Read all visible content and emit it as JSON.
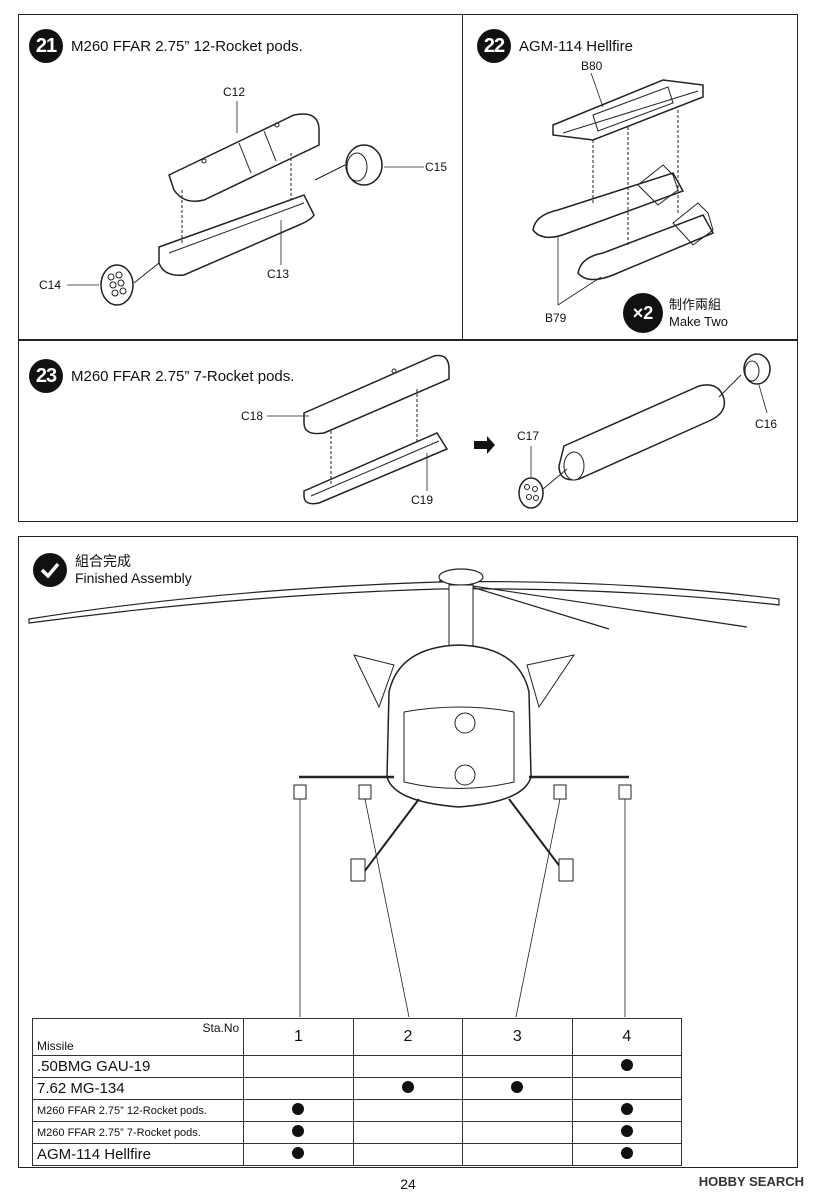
{
  "steps": [
    {
      "number": "21",
      "title": "M260 FFAR 2.75” 12-Rocket pods.",
      "parts": [
        "C12",
        "C15",
        "C13",
        "C14"
      ]
    },
    {
      "number": "22",
      "title": "AGM-114 Hellfire",
      "parts": [
        "B80",
        "B79"
      ],
      "multiplier": "×2",
      "multiplier_cn": "制作兩組",
      "multiplier_en": "Make Two"
    },
    {
      "number": "23",
      "title": "M260 FFAR 2.75” 7-Rocket pods.",
      "parts": [
        "C18",
        "C19",
        "C17",
        "C16"
      ]
    }
  ],
  "finished": {
    "title_cn": "組合完成",
    "title_en": "Finished Assembly"
  },
  "table": {
    "header_station": "Sta.No",
    "header_missile": "Missile",
    "stations": [
      "1",
      "2",
      "3",
      "4"
    ],
    "rows": [
      {
        "name": ".50BMG GAU-19",
        "marks": [
          false,
          false,
          false,
          true
        ]
      },
      {
        "name": "7.62 MG-134",
        "marks": [
          false,
          true,
          true,
          false
        ]
      },
      {
        "name": "M260 FFAR 2.75” 12-Rocket pods.",
        "marks": [
          true,
          false,
          false,
          true
        ]
      },
      {
        "name": "M260 FFAR 2.75” 7-Rocket pods.",
        "marks": [
          true,
          false,
          false,
          true
        ]
      },
      {
        "name": "AGM-114 Hellfire",
        "marks": [
          true,
          false,
          false,
          true
        ]
      }
    ]
  },
  "page_number": "24",
  "watermark": "HOBBY SEARCH"
}
